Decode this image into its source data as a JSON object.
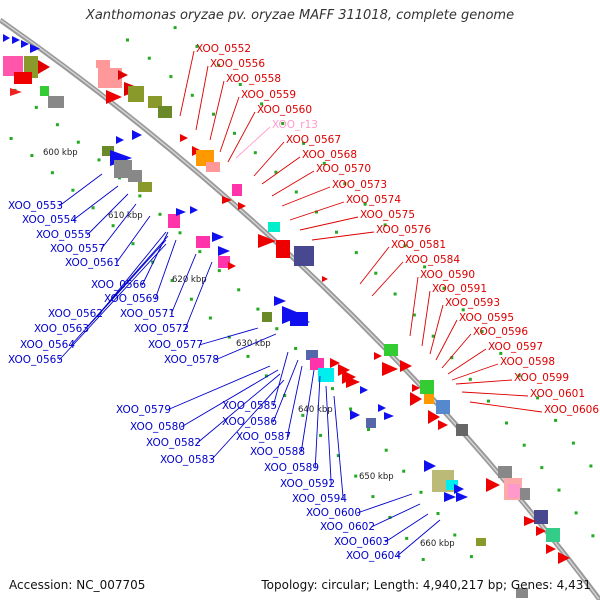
{
  "title": "Xanthomonas oryzae pv. oryzae MAFF 311018, complete genome",
  "accession": "Accession: NC_007705",
  "summary": "Topology: circular; Length: 4,940,217 bp; Genes: 4,431",
  "colors": {
    "backbone": "#999999",
    "label_forward": "#dd0000",
    "label_reverse": "#0000cc",
    "label_rna": "#ff99cc",
    "tick": "#22aa22"
  },
  "kbp_ticks": [
    "600 kbp",
    "610 kbp",
    "620 kbp",
    "630 kbp",
    "640 kbp",
    "650 kbp",
    "660 kbp"
  ],
  "forward_labels": [
    "XOO_0552",
    "XOO_0556",
    "XOO_0558",
    "XOO_0559",
    "XOO_0560",
    "XOO_r13",
    "XOO_0567",
    "XOO_0568",
    "XOO_0570",
    "XOO_0573",
    "XOO_0574",
    "XOO_0575",
    "XOO_0576",
    "XOO_0581",
    "XOO_0584",
    "XOO_0590",
    "XOO_0591",
    "XOO_0593",
    "XOO_0595",
    "XOO_0596",
    "XOO_0597",
    "XOO_0598",
    "XOO_0599",
    "XOO_0601",
    "XOO_0606"
  ],
  "reverse_labels": [
    "XOO_0553",
    "XOO_0554",
    "XOO_0555",
    "XOO_0557",
    "XOO_0561",
    "XOO_0566",
    "XOO_0569",
    "XOO_0562",
    "XOO_0571",
    "XOO_0563",
    "XOO_0572",
    "XOO_0564",
    "XOO_0577",
    "XOO_0565",
    "XOO_0578",
    "XOO_0579",
    "XOO_0585",
    "XOO_0580",
    "XOO_0586",
    "XOO_0587",
    "XOO_0582",
    "XOO_0583",
    "XOO_0588",
    "XOO_0589",
    "XOO_0592",
    "XOO_0594",
    "XOO_0600",
    "XOO_0602",
    "XOO_0603",
    "XOO_0604"
  ]
}
